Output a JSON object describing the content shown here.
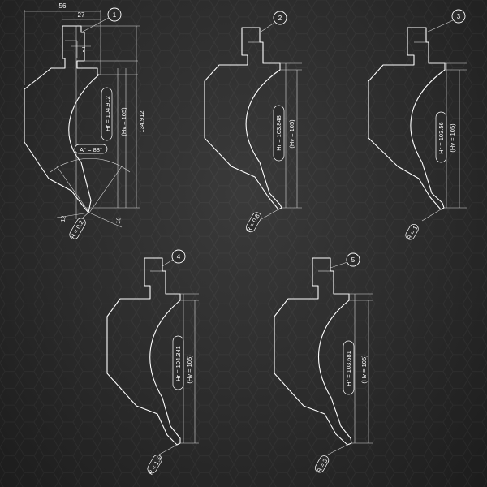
{
  "tools": [
    {
      "number": "1",
      "hr": "Hr = 104.912",
      "hv": "(Hv = 105)",
      "radius": "R = 0.2"
    },
    {
      "number": "2",
      "hr": "Hr = 103.848",
      "hv": "(Hv = 105)",
      "radius": "R = 0.8"
    },
    {
      "number": "3",
      "hr": "Hr = 103.56",
      "hv": "(Hv = 105)",
      "radius": "R = 1"
    },
    {
      "number": "4",
      "hr": "Hr = 104.341",
      "hv": "(Hv = 105)",
      "radius": "R = 1.5"
    },
    {
      "number": "5",
      "hr": "Hr = 103.681",
      "hv": "(Hv = 105)",
      "radius": "R = 3"
    }
  ],
  "dimensions": {
    "width": "56",
    "tang_offset": "27",
    "tang_width": "7",
    "total_height": "134.912",
    "angle": "A° = 88°",
    "tip_width": "10",
    "tip_offset": "12"
  }
}
